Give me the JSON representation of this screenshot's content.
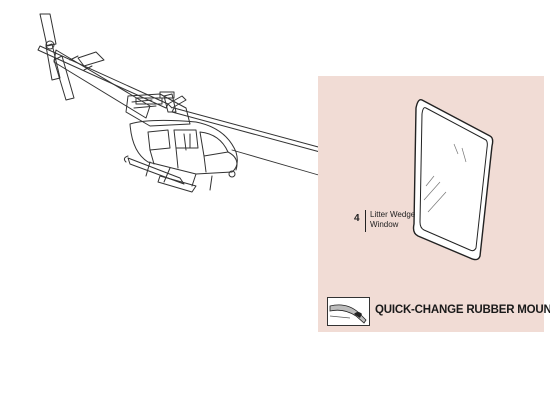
{
  "callout": {
    "part_number": "4",
    "part_name_line1": "Litter Wedge",
    "part_name_line2": "Window"
  },
  "mount": {
    "label": "QUICK-CHANGE RUBBER MOUNT"
  },
  "icons": {
    "helicopter": "helicopter-illustration",
    "window": "window-illustration",
    "mount": "rubber-mount-icon"
  },
  "colors": {
    "panel_background": "#f1dcd5",
    "line_art": "#333333"
  }
}
